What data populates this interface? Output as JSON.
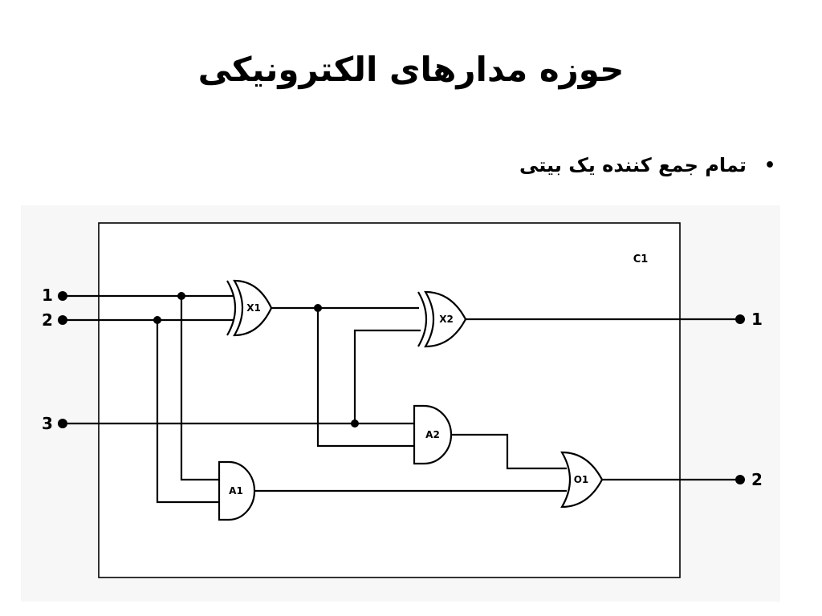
{
  "slide": {
    "title": "حوزه مدارهای الکترونیکی",
    "bullet_symbol": "•",
    "bullet_text": "تمام جمع کننده یک بیتی"
  },
  "circuit": {
    "module_label": "C1",
    "gates": {
      "x1": "X1",
      "x2": "X2",
      "a1": "A1",
      "a2": "A2",
      "o1": "O1"
    },
    "inputs": [
      "1",
      "2",
      "3"
    ],
    "outputs": [
      "1",
      "2"
    ]
  }
}
